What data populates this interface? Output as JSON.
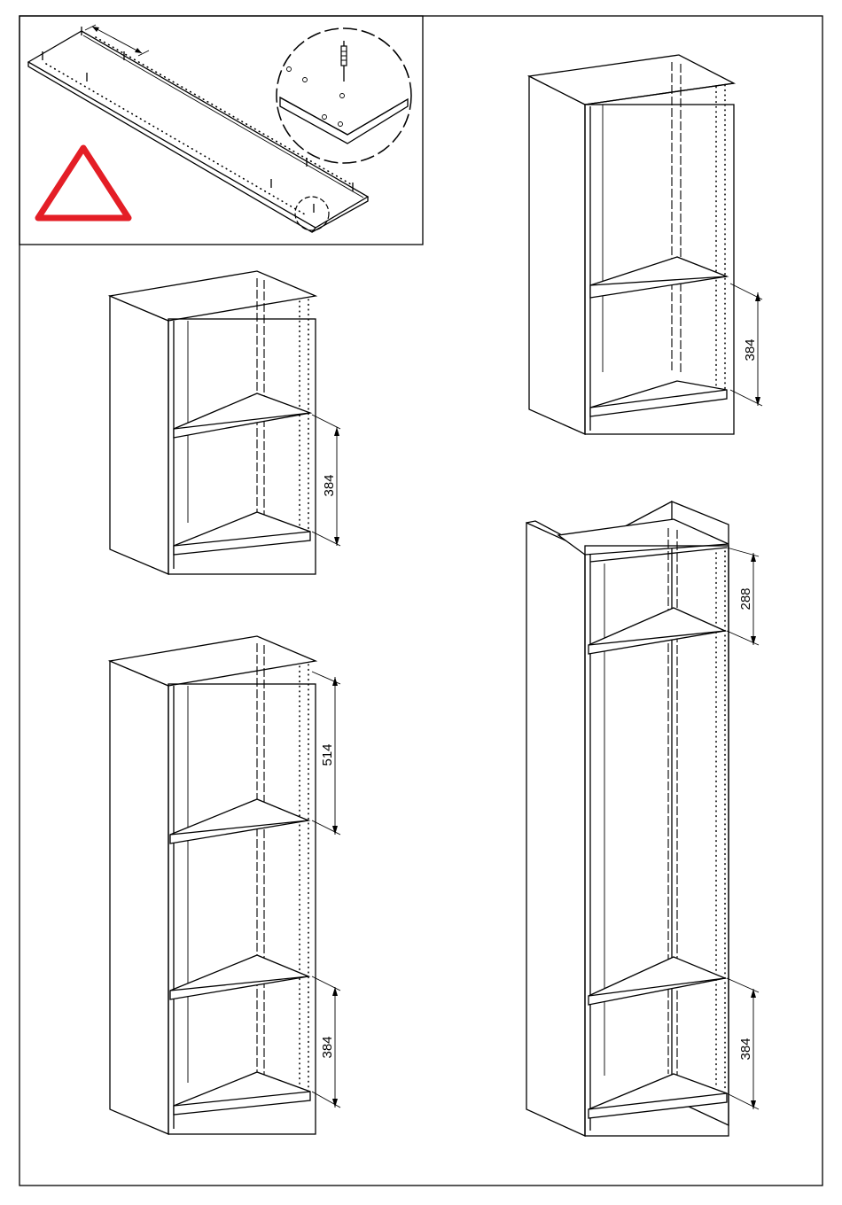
{
  "warning": {
    "color": "#e41e26",
    "icon": "warning-triangle-icon"
  },
  "cabinets": {
    "top_right": {
      "dimensions": [
        {
          "label": "384"
        }
      ]
    },
    "middle_left": {
      "dimensions": [
        {
          "label": "384"
        }
      ]
    },
    "bottom_left": {
      "dimensions": [
        {
          "label": "514"
        },
        {
          "label": "384"
        }
      ]
    },
    "bottom_right": {
      "dimensions": [
        {
          "label": "288"
        },
        {
          "label": "384"
        }
      ]
    }
  }
}
